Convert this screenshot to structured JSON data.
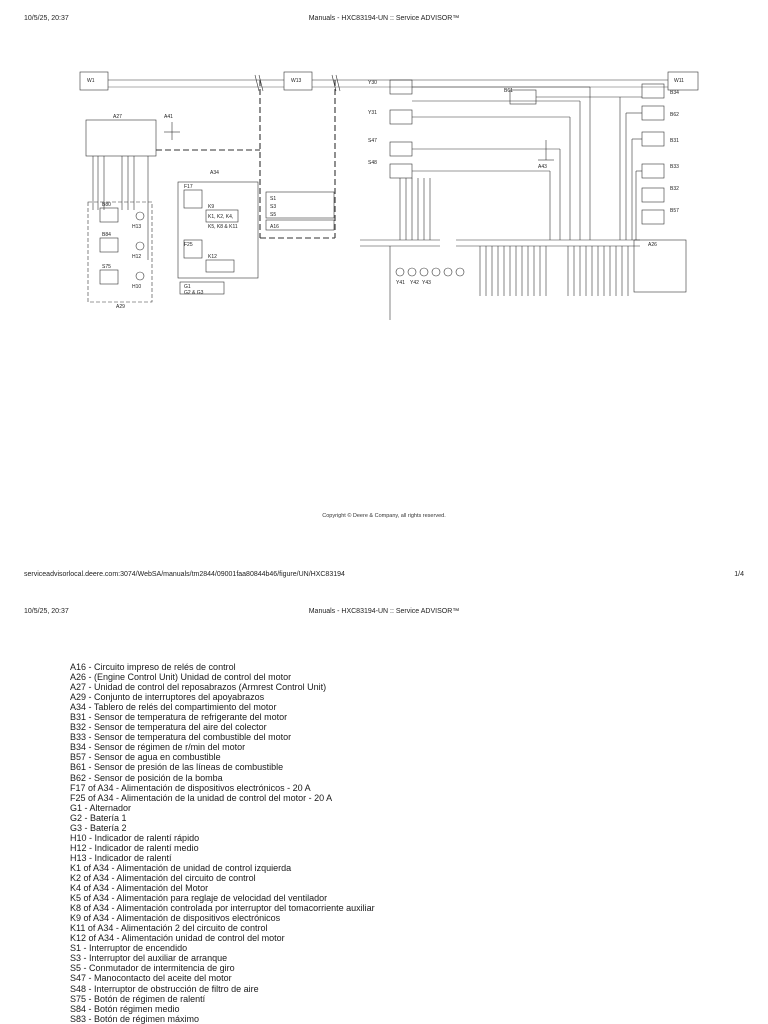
{
  "page1": {
    "header_left": "10/5/25, 20:37",
    "header_center": "Manuals - HXC83194-UN :: Service ADVISOR™",
    "footer_left": "serviceadvisorlocal.deere.com:3074/WebSA/manuals/tm2844/09001faa80844b46/figure/UN/HXC83194",
    "footer_right": "1/4"
  },
  "page2": {
    "header_left": "10/5/25, 20:37",
    "header_center": "Manuals - HXC83194-UN :: Service ADVISOR™"
  },
  "copyright": "Copyright © Deere & Company, all rights reserved.",
  "diagram": {
    "W1": "W1",
    "W13": "W13",
    "W11": "W11",
    "A27": "A27",
    "A41": "A41",
    "A34": "A34",
    "A43": "A43",
    "A26": "A26",
    "A29": "A29",
    "B61": "B61",
    "B34": "B34",
    "B62": "B62",
    "B31": "B31",
    "B33": "B33",
    "B32": "B32",
    "B57": "B57",
    "B80": "B80",
    "B84": "B84",
    "S75": "S75",
    "H13": "H13",
    "H12": "H12",
    "H10": "H10",
    "F17": "F17",
    "K9": "K9",
    "F25": "F25",
    "K12": "K12",
    "S1": "S1",
    "S3": "S3",
    "S5": "S5",
    "A16": "A16",
    "G1": "G1",
    "G2G3": "G2 & G3",
    "K1_group": "K1, K2, K4,",
    "K3_group": "K5, K8 & K11",
    "S47": "S47",
    "S48": "S48",
    "Y30": "Y30",
    "Y31": "Y31",
    "Y41": "Y41",
    "Y42": "Y42",
    "Y43": "Y43"
  },
  "legend": [
    "A16 - Circuito impreso de relés de control",
    "A26 - (Engine Control Unit) Unidad de control del motor",
    "A27 - Unidad de control del reposabrazos (Armrest Control Unit)",
    "A29 - Conjunto de interruptores del apoyabrazos",
    "A34 - Tablero de relés del compartimiento del motor",
    "B31 - Sensor de temperatura de refrigerante del motor",
    "B32 - Sensor de temperatura del aire del colector",
    "B33 - Sensor de temperatura del combustible del motor",
    "B34 - Sensor de régimen de r/min del motor",
    "B57 - Sensor de agua en combustible",
    "B61 - Sensor de presión de las líneas de combustible",
    "B62 - Sensor de posición de la bomba",
    "F17 of A34 - Alimentación de dispositivos electrónicos - 20 A",
    "F25 of A34 - Alimentación de la unidad de control del motor - 20 A",
    "G1 - Alternador",
    "G2 - Batería 1",
    "G3 - Batería 2",
    "H10 - Indicador de ralentí rápido",
    "H12 - Indicador de ralentí medio",
    "H13 - Indicador de ralentí",
    "K1 of A34 - Alimentación de unidad de control izquierda",
    "K2 of A34 - Alimentación del circuito de control",
    "K4 of A34 - Alimentación del Motor",
    "K5 of A34 - Alimentación para reglaje de velocidad del ventilador",
    "K8 of A34 - Alimentación controlada por interruptor del tomacorriente auxiliar",
    "K9 of A34 - Alimentación de dispositivos electrónicos",
    "K11 of A34 - Alimentación 2 del circuito de control",
    "K12 of A34 - Alimentación unidad de control del motor",
    "S1 - Interruptor de encendido",
    "S3 - Interruptor del auxiliar de arranque",
    "S5 - Conmutador de intermitencia de giro",
    "S47 - Manocontacto del aceite del motor",
    "S48 - Interruptor de obstrucción de filtro de aire",
    "S75 - Botón de régimen de ralentí",
    "S84 - Botón régimen medio",
    "S83 - Botón de régimen máximo"
  ]
}
